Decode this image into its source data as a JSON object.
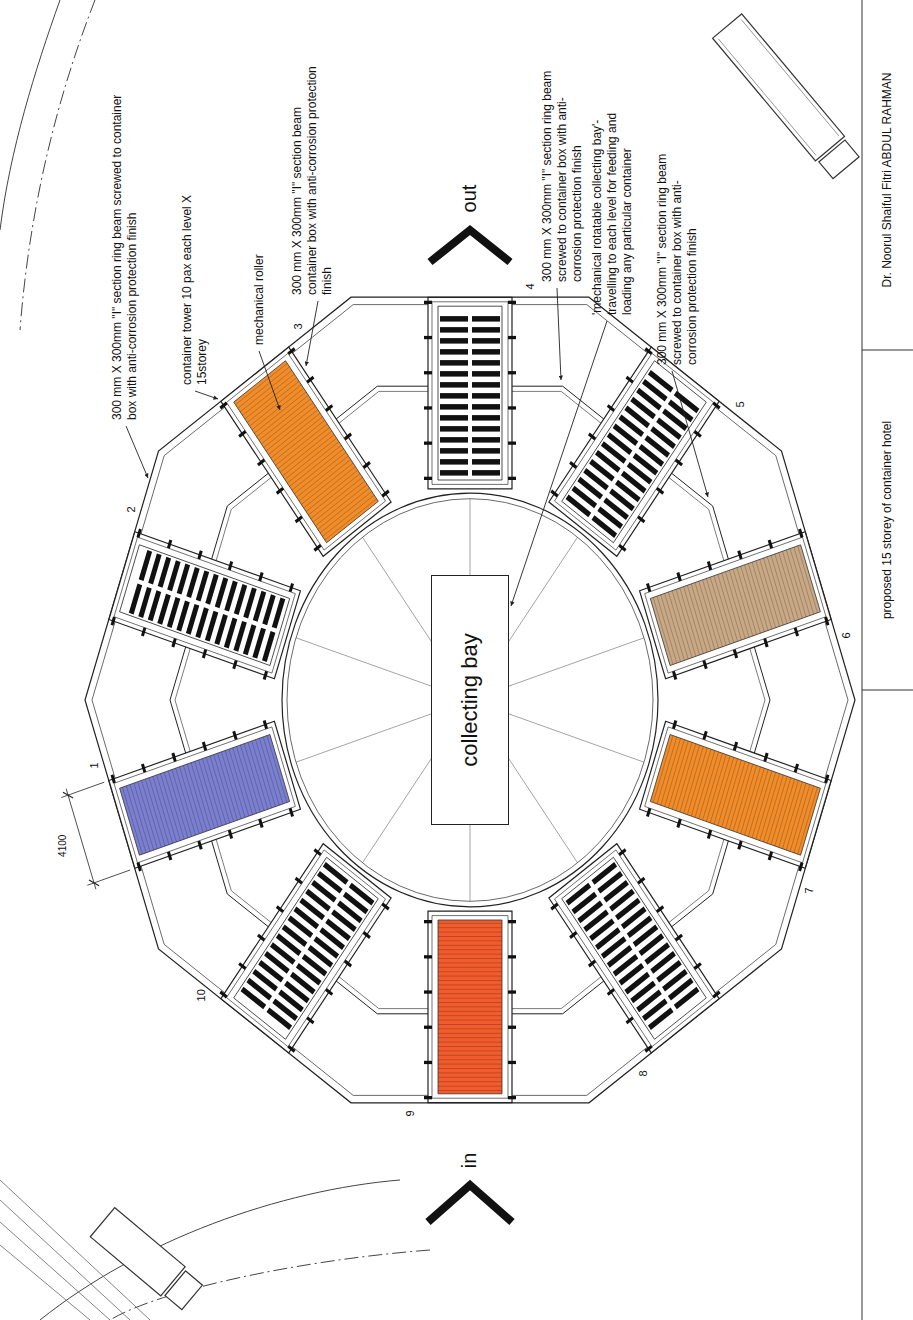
{
  "diagram": {
    "nodes": [
      {
        "text": [
          "collecting bay"
        ]
      }
    ],
    "labels": [
      "300 mm X 300mm \"I\" section ring beam screwed to container box with anti-corrosion protection finish",
      "container tower 10 pax each level X 15storey",
      "mechanical roller",
      "300 mm X 300mm \"I\" section beam container box with anti-corrosion protection finish",
      "300 mm X 300mm \"I\" section ring beam screwed to container box with anti-corrosion protection finish",
      "'mechanical rotatable collecting bay'-travelling to each level for feeding and loading any particular container",
      "300 mm X 300mm \"I\" section ring beam screwed to container box with anti-corrosion protection finish",
      "4100",
      "1",
      "2",
      "3",
      "4",
      "5",
      "6",
      "7",
      "8",
      "9",
      "10",
      "out",
      "in",
      "proposed 15 storey of container hotel",
      "Dr. Noorul Shaiful Fitri ABDUL RAHMAN"
    ]
  }
}
